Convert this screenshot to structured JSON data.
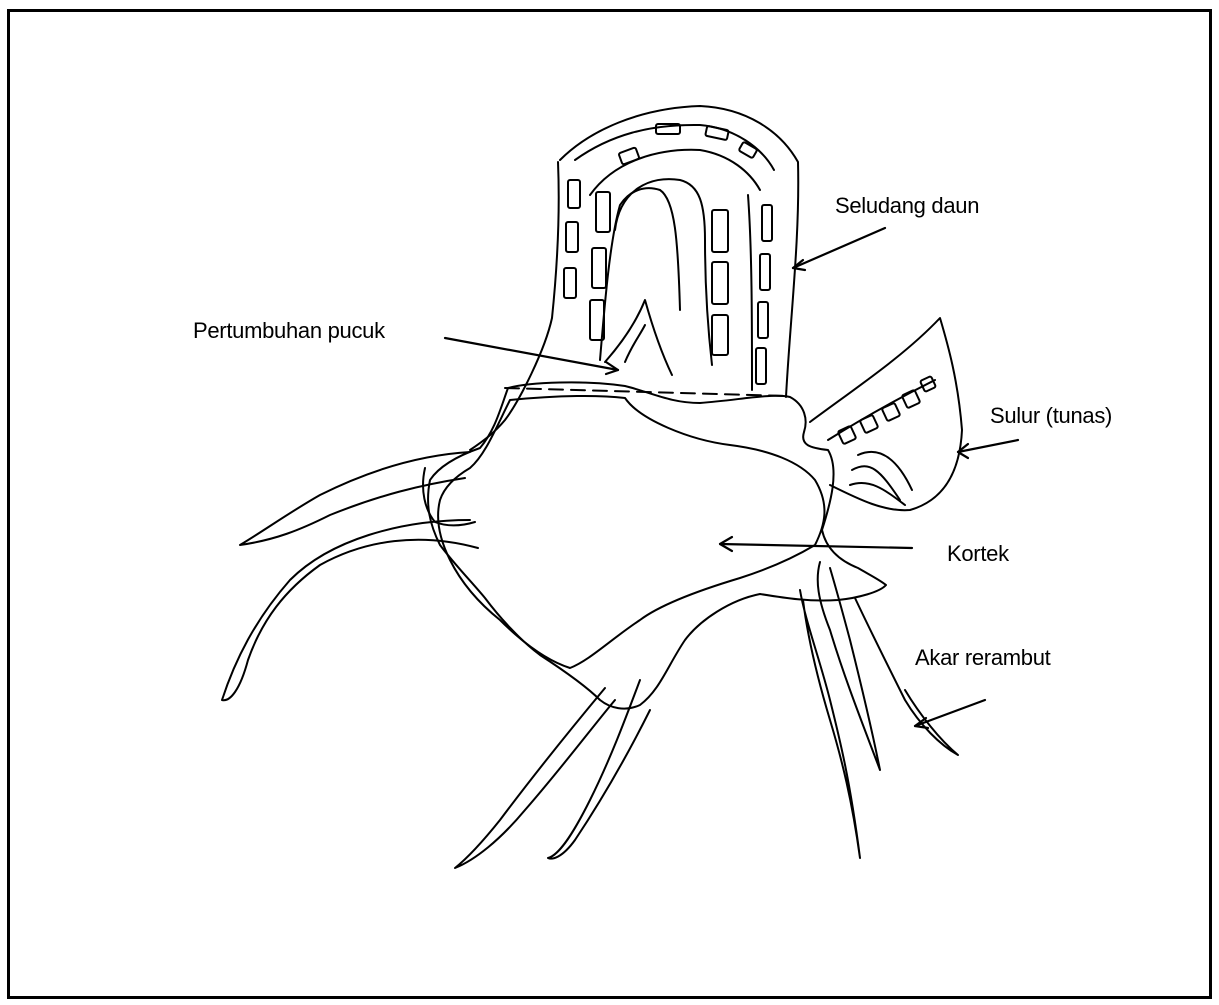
{
  "diagram": {
    "labels": {
      "seludang_daun": "Seludang daun",
      "pertumbuhan_pucuk": "Pertumbuhan pucuk",
      "sulur": "Sulur (tunas)",
      "kortek": "Kortek",
      "akar_rerambut": "Akar rerambut"
    },
    "colors": {
      "ink": "#000000",
      "background": "#ffffff"
    }
  }
}
